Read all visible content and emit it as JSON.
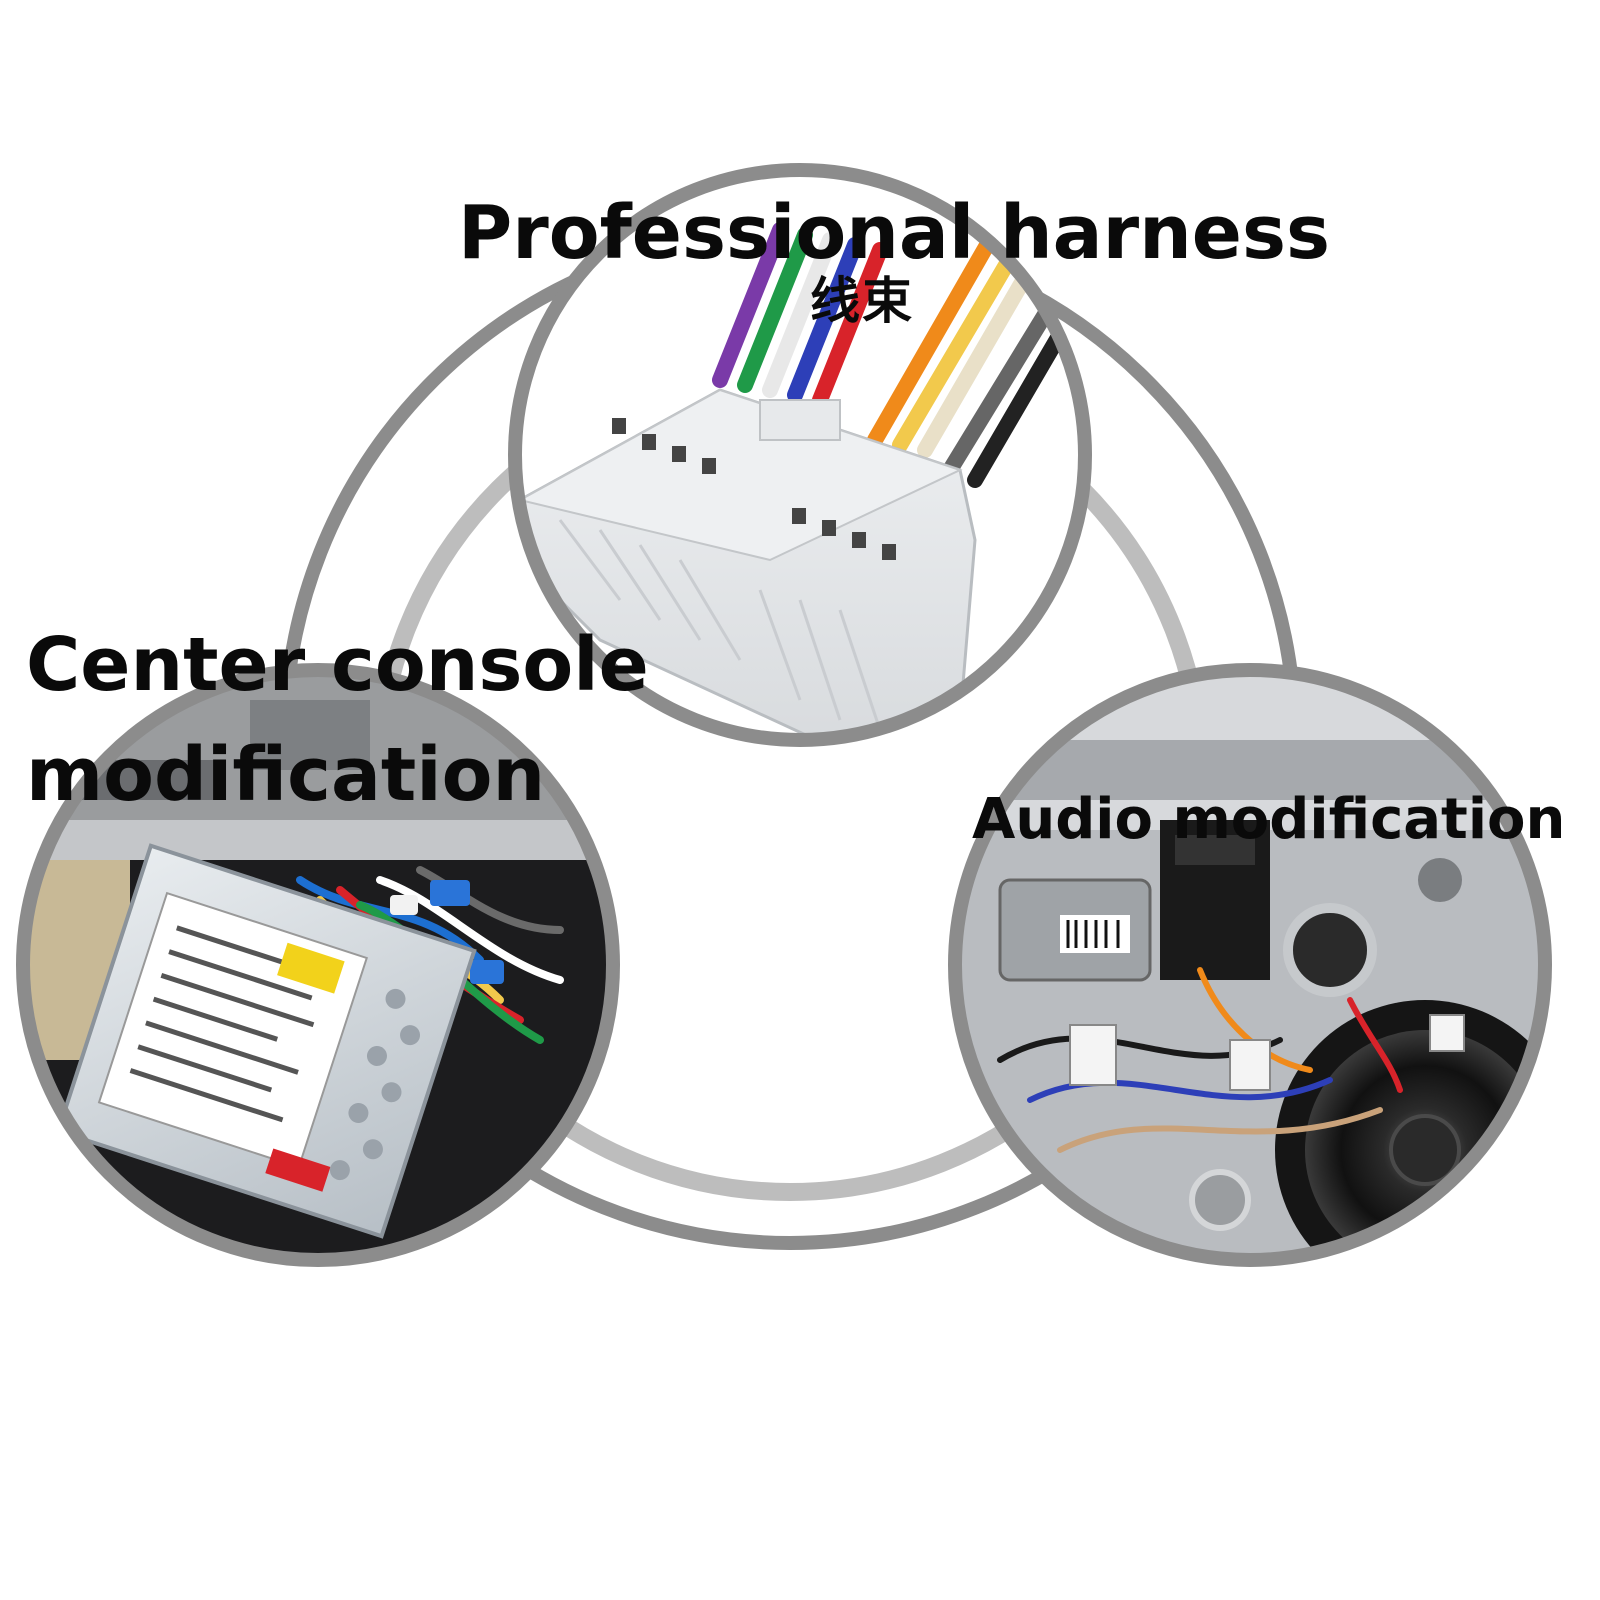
{
  "captions": {
    "harness": "Professional harness",
    "harness_cjk": "线束",
    "center_line1": "Center console",
    "center_line2": "modification",
    "audio": "Audio modification"
  },
  "colors": {
    "background": "#ffffff",
    "text": "#0a0a0a",
    "ring": "#8c8c8c",
    "connector": "#e4e6e8",
    "wire_colors": [
      "#7a3aa8",
      "#1f9a48",
      "#ffffff",
      "#2d3fb8",
      "#d8232a",
      "#f08a1a",
      "#f2c94c",
      "#e9e0c8",
      "#666666",
      "#222222"
    ]
  },
  "icons": {
    "top": "wiring-harness-connector-photo",
    "left": "center-console-radio-install-photo",
    "right": "door-speaker-audio-install-photo"
  }
}
